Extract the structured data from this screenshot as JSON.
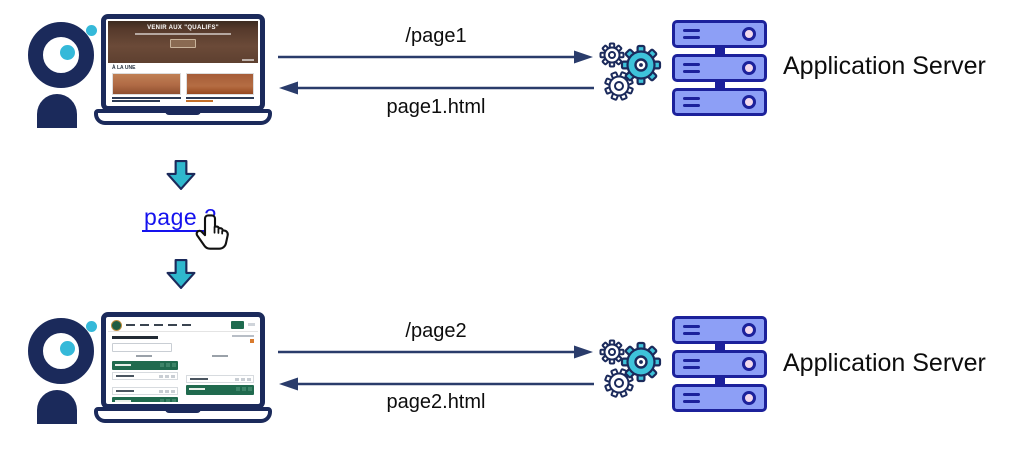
{
  "colors": {
    "navy_icon": "#1b2a5b",
    "arrow_navy": "#2a3c6b",
    "teal_accent": "#2fb8cd",
    "gear_teal": "#3ec3da",
    "server_fill": "#8d9ff6",
    "server_border": "#1c219b",
    "server_led": "#f3d9ec",
    "link_blue": "#1512ee",
    "results_green": "#206a4e",
    "clay_brown": "#6b4a38"
  },
  "step1": {
    "request_label": "/page1",
    "response_label": "page1.html",
    "server_label": "Application Server",
    "browser_page": {
      "hero_title": "VENIR AUX \"QUALIFS\"",
      "section_kicker": "À LA UNE"
    }
  },
  "link": {
    "label": "page 2"
  },
  "step2": {
    "request_label": "/page2",
    "response_label": "page2.html",
    "server_label": "Application Server"
  }
}
